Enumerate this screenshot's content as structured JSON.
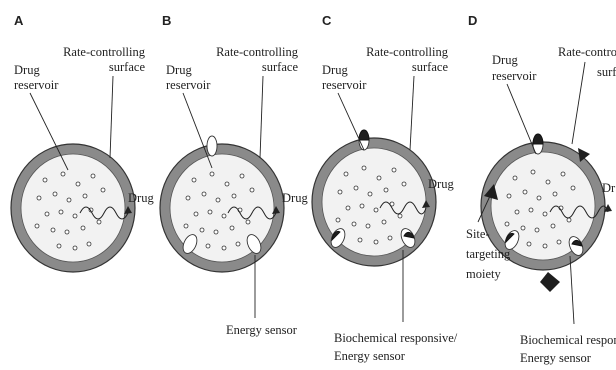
{
  "panels": [
    {
      "letter": "A",
      "drug_reservoir": [
        "Drug",
        "reservoir"
      ],
      "rate_surface": [
        "Rate-controlling",
        "surface"
      ],
      "drug": "Drug"
    },
    {
      "letter": "B",
      "drug_reservoir": [
        "Drug",
        "reservoir"
      ],
      "rate_surface": [
        "Rate-controlling",
        "surface"
      ],
      "drug": "Drug",
      "sensor": [
        "Energy sensor"
      ]
    },
    {
      "letter": "C",
      "drug_reservoir": [
        "Drug",
        "reservoir"
      ],
      "rate_surface": [
        "Rate-controlling",
        "surface"
      ],
      "drug": "Drug",
      "sensor": [
        "Biochemical responsive/",
        "Energy sensor"
      ]
    },
    {
      "letter": "D",
      "drug_reservoir": [
        "Drug",
        "reservoir"
      ],
      "rate_surface": [
        "Rate-controlling",
        "surfa"
      ],
      "drug": "Dr",
      "site_targeting": [
        "Site-",
        "targeting",
        "moiety"
      ],
      "sensor": [
        "Biochemical responsive",
        "Energy sensor"
      ]
    }
  ]
}
